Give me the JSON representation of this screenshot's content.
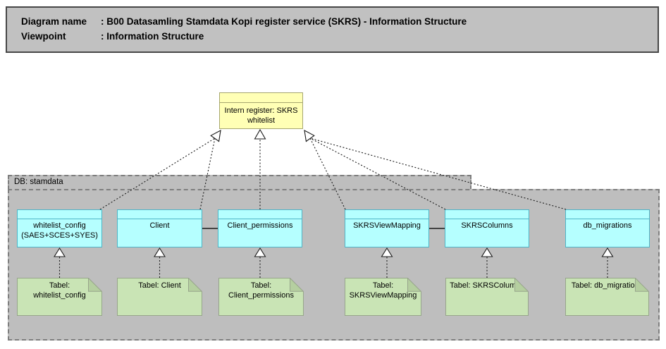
{
  "header": {
    "rows": [
      {
        "label": "Diagram name",
        "value": ": B00 Datasamling Stamdata Kopi register service (SKRS) - Information Structure"
      },
      {
        "label": "Viewpoint",
        "value": ": Information Structure"
      }
    ]
  },
  "register": {
    "label": "Intern register: SKRS\nwhitelist"
  },
  "group": {
    "label": "DB: stamdata"
  },
  "entities": [
    {
      "label": "whitelist_config\n(SAES+SCES+SYES)"
    },
    {
      "label": "Client"
    },
    {
      "label": "Client_permissions"
    },
    {
      "label": "SKRSViewMapping"
    },
    {
      "label": "SKRSColumns"
    },
    {
      "label": "db_migrations"
    }
  ],
  "tables": [
    {
      "label": "Tabel:\nwhitelist_config"
    },
    {
      "label": "Tabel: Client"
    },
    {
      "label": "Tabel:\nClient_permissions"
    },
    {
      "label": "Tabel:\nSKRSViewMapping"
    },
    {
      "label": "Tabel: SKRSColumns"
    },
    {
      "label": "Tabel: db_migrations"
    }
  ],
  "colors": {
    "header_fill": "#c1c1c1",
    "group_fill": "#bebebe",
    "register_fill": "#ffffb5",
    "register_border": "#a6a670",
    "entity_fill": "#b5ffff",
    "entity_border": "#4fb4c6",
    "table_fill": "#c9e4b5",
    "table_border": "#97a58b",
    "table_fold": "#b5cfa0",
    "connector": "#1a1a1a"
  }
}
